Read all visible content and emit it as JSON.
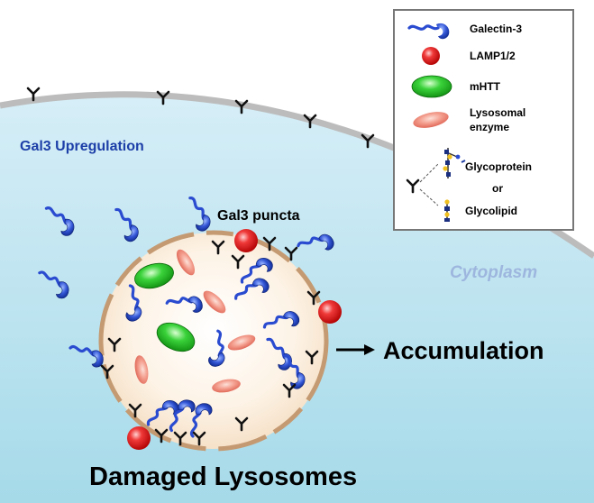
{
  "labels": {
    "upregulation": "Gal3 Upregulation",
    "cytoplasm": "Cytoplasm",
    "puncta": "Gal3 puncta",
    "accumulation": "Accumulation",
    "damaged": "Damaged Lysosomes"
  },
  "legend": {
    "galectin3": "Galectin-3",
    "lamp": "LAMP1/2",
    "mhtt": "mHTT",
    "enzyme_line1": "Lysosomal",
    "enzyme_line2": "enzyme",
    "glycoprotein": "Glycoprotein",
    "or": "or",
    "glycolipid": "Glycolipid"
  },
  "colors": {
    "cytoplasm_top": "#cfeaf5",
    "cytoplasm_bottom": "#a9dcea",
    "membrane": "#bdbdbd",
    "galectin": "#2446c8",
    "lamp": "#e01818",
    "mhtt": "#1ec01e",
    "enzyme": "#f08070",
    "lysosome_membrane": "#c49a72",
    "upregulation_text": "#1d3fa8",
    "cytoplasm_text": "#9db6de"
  }
}
